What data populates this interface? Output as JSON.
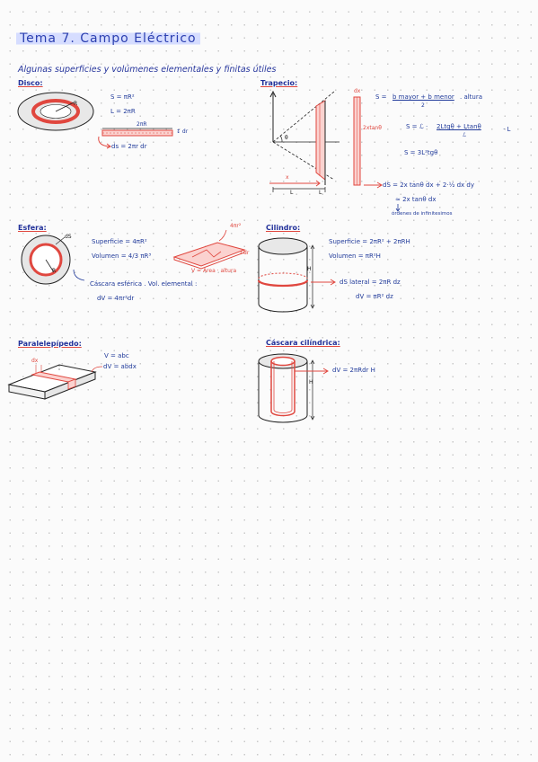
{
  "title": "Tema 7. Campo Eléctrico",
  "subtitle": "Algunas superficies y volúmenes elementales y finitas útiles",
  "sections": {
    "disco": {
      "heading": "Disco:",
      "label_r": "R",
      "s": "S = πR²",
      "l": "L = 2πR",
      "dim": "2πR",
      "dr": "↕ dr",
      "ds": "ds = 2πr dr"
    },
    "trapecio": {
      "heading": "Trapecio:",
      "dx": "dx",
      "theta": "θ",
      "x": "x",
      "l1": "L",
      "l2": "L",
      "xtan": "2xtanθ",
      "s1_a": "S =",
      "s1_b": "b mayor + b menor",
      "s1_c": ". altura",
      "s1_d": "2",
      "s2_a": "S = ℒ ·",
      "s2_b": "2Ltgθ + Ltanθ",
      "s2_c": "· L",
      "s2_d": "ℒ",
      "s3": "S = 3L²tgθ",
      "ds1": "dS = 2x tanθ dx + 2·½ dx dy",
      "ds2": "≈ 2x tanθ dx",
      "ds3": "órdenes de infinitesimos"
    },
    "esfera": {
      "heading": "Esfera:",
      "ds": "dS",
      "r": "R",
      "sup": "Superficie = 4πR²",
      "vol": "Volumen = 4/3 πR³",
      "fourpi": "4πr²",
      "dr": "↕dr",
      "vdef": "V = Área · altura",
      "cascara": "Cáscara esférica . Vol. elemental :",
      "dv": "dV = 4πr²dr"
    },
    "cilindro": {
      "heading": "Cilindro:",
      "sup": "Superficie = 2πR² + 2πRH",
      "vol": "Volumen = πR²H",
      "h": "H",
      "slat": "dS lateral = 2πR dz",
      "dv": "dV = πR² dz"
    },
    "paralelepipedo": {
      "heading": "Paralelepípedo:",
      "dx": "dx",
      "v": "V = abc",
      "dv": "dV = abdx"
    },
    "cascara_cil": {
      "heading": "Cáscara cilíndrica:",
      "dv": "dV = 2πRdr H",
      "h": "H"
    }
  },
  "colors": {
    "ink": "#1e3a8a",
    "accent": "#e0473f",
    "highlight": "#d6ddff"
  }
}
